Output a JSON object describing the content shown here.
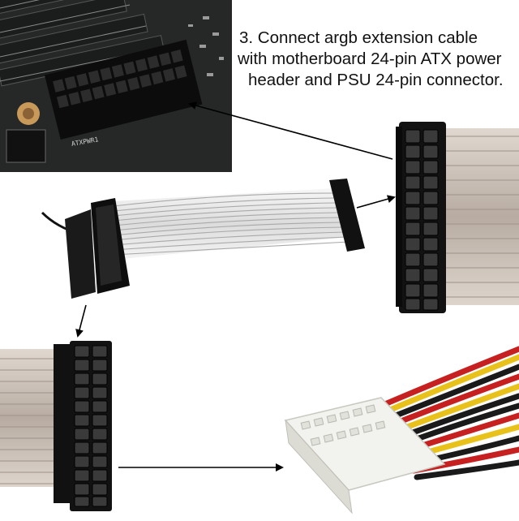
{
  "instruction": {
    "line1": "3. Connect argb extension cable",
    "line2": "with motherboard 24-pin ATX power",
    "line3": "header and PSU 24-pin connector."
  },
  "board_marking": "ATXPWR1",
  "colors": {
    "pcb": "#2a2c2c",
    "sleeve_white": "#ececec",
    "sleeve_grey": "#c9bfb6",
    "connector_black": "#161616",
    "connector_white": "#f2f2ee",
    "wire_red": "#c62020",
    "wire_yellow": "#e8c21a",
    "wire_black": "#1a1a1a",
    "arrow": "#000000"
  }
}
